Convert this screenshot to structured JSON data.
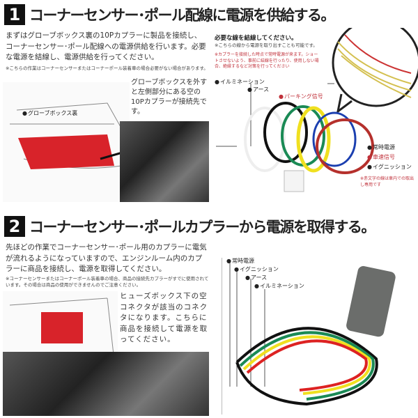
{
  "section1": {
    "number": "1",
    "title": "コーナーセンサー･ポール配線に電源を供給する。",
    "intro": "まずはグローブボックス裏の10Pカプラーに製品を接続し、コーナーセンサー･ポール配線への電源供給を行います。必要な電源を結線し、電源供給を行ってください。",
    "note": "※こちらの作業はコーナーセンサーまたはコーナーポール装着車の場合必要がない場合があります。",
    "callout": "グローブボックスを外すと左側部分にある空の10Pカプラーが接続先です。",
    "glovebox_label": "グローブボックス裏",
    "right_heading": "必要な線を結線してください。",
    "right_note": "※こちらの線から電源を取り出すことも可能です。",
    "right_warning": "※カプラーを接続した時点で常時電源が来ます。ショートさせないよう、事前に結線を行ったり、使用しない場合、絶縁するなど対策を行ってください",
    "wire_labels": {
      "illumination": "イルミネーション",
      "earth": "アース",
      "parking": "パーキング信号",
      "constant": "常時電源",
      "speed": "車速信号",
      "ignition": "イグニッション"
    },
    "red_note": "※赤文字の線は車内での取出し専用です"
  },
  "section2": {
    "number": "2",
    "title": "コーナーセンサー･ポールカプラーから電源を取得する。",
    "intro": "先ほどの作業でコーナーセンサー･ポール用のカプラーに電気が流れるようになっていますので、エンジンルーム内のカプラーに商品を接続し、電源を取得してください。",
    "note": "※コーナーセンサーまたはコーナーポール装着車の場合、商品の接続先カプラーがすでに使用されています。その場合は商品の使用ができませんのでご注意ください。",
    "callout": "ヒューズボックス下の空コネクタが該当のコネクタになります。こちらに商品を接続して電源を取ってください。",
    "wire_labels": {
      "constant": "常時電源",
      "ignition": "イグニッション",
      "earth": "アース",
      "illumination": "イルミネーション"
    }
  },
  "colors": {
    "accent_red": "#c0303a",
    "header_box": "#111111"
  }
}
